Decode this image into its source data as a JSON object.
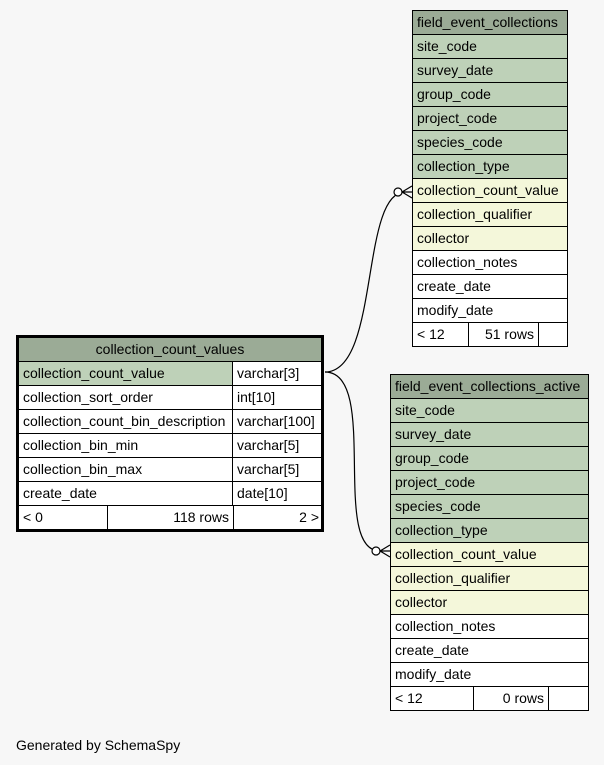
{
  "main_table": {
    "name": "collection_count_values",
    "columns": [
      {
        "name": "collection_count_value",
        "type": "varchar[3]",
        "key": "pk"
      },
      {
        "name": "collection_sort_order",
        "type": "int[10]",
        "key": ""
      },
      {
        "name": "collection_count_bin_description",
        "type": "varchar[100]",
        "key": ""
      },
      {
        "name": "collection_bin_min",
        "type": "varchar[5]",
        "key": ""
      },
      {
        "name": "collection_bin_max",
        "type": "varchar[5]",
        "key": ""
      },
      {
        "name": "create_date",
        "type": "date[10]",
        "key": ""
      }
    ],
    "footer": {
      "parents": "< 0",
      "rows": "118 rows",
      "children": "2 >"
    }
  },
  "field_event_collections": {
    "name": "field_event_collections",
    "columns": [
      {
        "name": "site_code",
        "key": "pk"
      },
      {
        "name": "survey_date",
        "key": "pk"
      },
      {
        "name": "group_code",
        "key": "pk"
      },
      {
        "name": "project_code",
        "key": "pk"
      },
      {
        "name": "species_code",
        "key": "pk"
      },
      {
        "name": "collection_type",
        "key": "pk"
      },
      {
        "name": "collection_count_value",
        "key": "fk"
      },
      {
        "name": "collection_qualifier",
        "key": "fk"
      },
      {
        "name": "collector",
        "key": "fk"
      },
      {
        "name": "collection_notes",
        "key": ""
      },
      {
        "name": "create_date",
        "key": ""
      },
      {
        "name": "modify_date",
        "key": ""
      }
    ],
    "footer": {
      "parents": "< 12",
      "rows": "51 rows",
      "children": ""
    }
  },
  "field_event_collections_active": {
    "name": "field_event_collections_active",
    "columns": [
      {
        "name": "site_code",
        "key": "pk"
      },
      {
        "name": "survey_date",
        "key": "pk"
      },
      {
        "name": "group_code",
        "key": "pk"
      },
      {
        "name": "project_code",
        "key": "pk"
      },
      {
        "name": "species_code",
        "key": "pk"
      },
      {
        "name": "collection_type",
        "key": "pk"
      },
      {
        "name": "collection_count_value",
        "key": "fk"
      },
      {
        "name": "collection_qualifier",
        "key": "fk"
      },
      {
        "name": "collector",
        "key": "fk"
      },
      {
        "name": "collection_notes",
        "key": ""
      },
      {
        "name": "create_date",
        "key": ""
      },
      {
        "name": "modify_date",
        "key": ""
      }
    ],
    "footer": {
      "parents": "< 12",
      "rows": "0 rows",
      "children": ""
    }
  },
  "colors": {
    "header": "#9bab96",
    "primary_key": "#bed1b8",
    "foreign_key": "#f4f7da",
    "plain": "#ffffff",
    "background": "#f7f7f7"
  },
  "generated_by": "Generated by SchemaSpy"
}
